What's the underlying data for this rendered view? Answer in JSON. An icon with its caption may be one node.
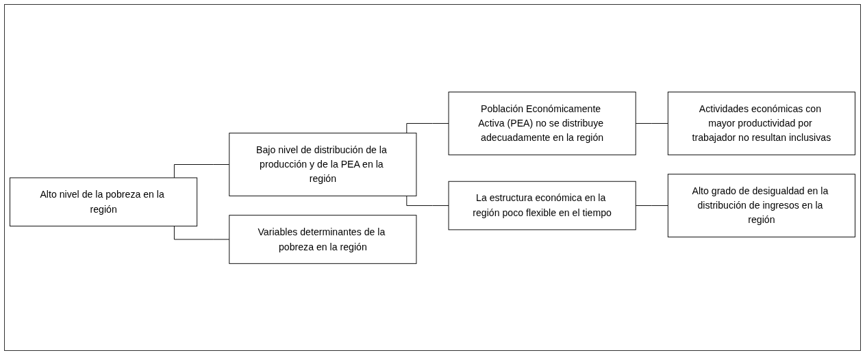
{
  "diagram": {
    "nodes": [
      {
        "text": [
          "Alto nivel de la pobreza en la región"
        ]
      },
      {
        "text": [
          "Bajo nivel de distribución de la producción y de la PEA en la región"
        ]
      },
      {
        "text": [
          "Variables determinantes de la pobreza en la región"
        ]
      },
      {
        "text": [
          "Población Económicamente Activa (PEA) no se distribuye adecuadamente en la región"
        ]
      },
      {
        "text": [
          "Actividades económicas con mayor productividad por trabajador no resultan inclusivas"
        ]
      },
      {
        "text": [
          "La estructura económica en la región poco flexible en el tiempo"
        ]
      },
      {
        "text": [
          "Alto grado de desigualdad en la distribución de ingresos en la región"
        ]
      }
    ],
    "edges": [
      {
        "from": 0,
        "to": 1,
        "arrow": "none"
      },
      {
        "from": 0,
        "to": 2,
        "arrow": "none"
      },
      {
        "from": 1,
        "to": 3,
        "arrow": "none"
      },
      {
        "from": 1,
        "to": 5,
        "arrow": "none"
      },
      {
        "from": 3,
        "to": 4,
        "arrow": "none"
      },
      {
        "from": 5,
        "to": 6,
        "arrow": "none"
      }
    ]
  }
}
